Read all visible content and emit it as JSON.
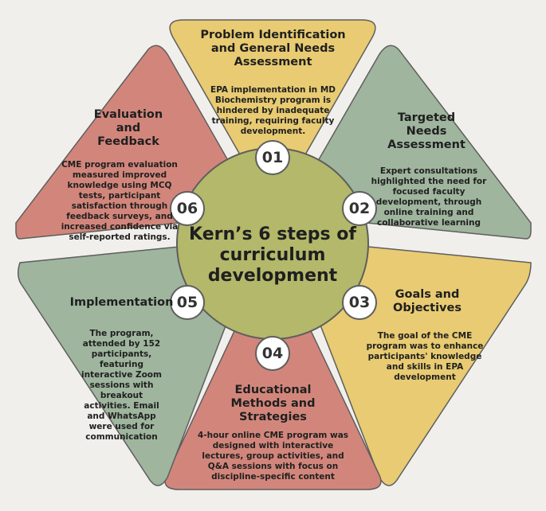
{
  "center": {
    "title": "Kern’s 6 steps of curriculum development"
  },
  "colors": {
    "background": "#f1efeb",
    "step_yellow": "#e8cb72",
    "step_green": "#9fb59e",
    "step_red": "#d2867b",
    "center": "#b3b86a",
    "outline": "#5e5e5e"
  },
  "steps": [
    {
      "number": "01",
      "title": "Problem Identification and General Needs Assessment",
      "body": "EPA implementation in MD Biochemistry program is hindered by inadequate training, requiring faculty development."
    },
    {
      "number": "02",
      "title": "Targeted Needs Assessment",
      "body": "Expert consultations highlighted the need for focused faculty development, through online training and collaborative learning"
    },
    {
      "number": "03",
      "title": "Goals and Objectives",
      "body": "The goal of the CME program was to enhance participants' knowledge and skills in EPA development"
    },
    {
      "number": "04",
      "title": "Educational Methods and Strategies",
      "body": "4-hour online CME program was designed with interactive lectures, group activities, and Q&A sessions with focus on discipline-specific content"
    },
    {
      "number": "05",
      "title": "Implementation",
      "body": "The program, attended by 152 participants, featuring interactive Zoom sessions with breakout activities. Email and WhatsApp were used for communication"
    },
    {
      "number": "06",
      "title": "Evaluation and Feedback",
      "body": "CME program evaluation measured improved knowledge using MCQ tests, participant satisfaction through feedback surveys, and increased confidence via self-reported ratings."
    }
  ]
}
